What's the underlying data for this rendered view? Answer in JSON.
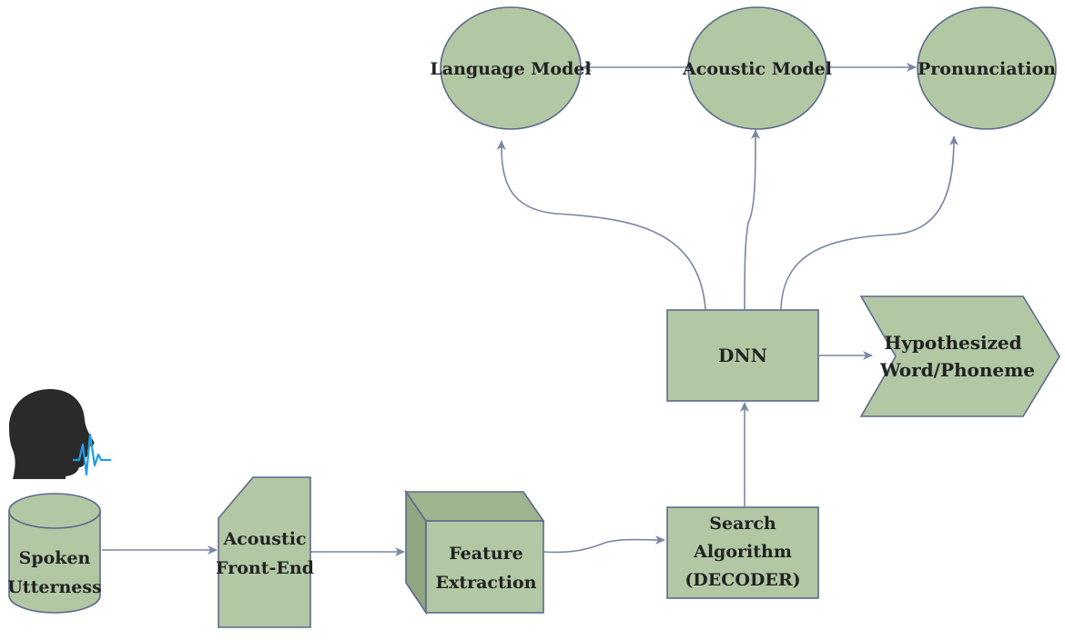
{
  "colors": {
    "shape_fill": "#b2c7a4",
    "shape_stroke": "#5d6a8a",
    "arrow": "#7b86a2",
    "head_icon": "#2a2a2a",
    "wave_icon": "#1f9ee6",
    "text": "#222222"
  },
  "nodes": {
    "language_model": "Language Model",
    "acoustic_model": "Acoustic Model",
    "pronunciation": "Pronunciation",
    "dnn": "DNN",
    "hypothesized": [
      "Hypothesized",
      "Word/Phoneme"
    ],
    "spoken": [
      "Spoken",
      "Utterness"
    ],
    "front_end": [
      "Acoustic",
      "Front-End"
    ],
    "feature": [
      "Feature",
      "Extraction"
    ],
    "search": [
      "Search",
      "Algorithm",
      "(DECODER)"
    ]
  },
  "icons": {
    "speaker": "speaking-head-icon",
    "wave": "sound-wave-icon"
  }
}
